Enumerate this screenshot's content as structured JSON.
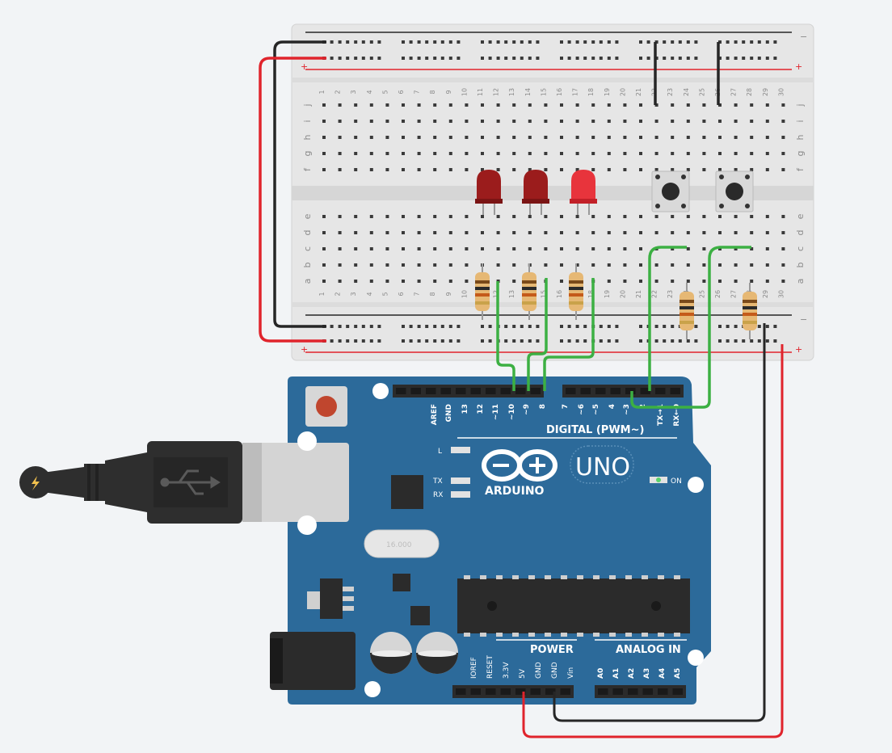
{
  "breadboard": {
    "columns": 30,
    "row_letters_top": [
      "j",
      "i",
      "h",
      "g",
      "f"
    ],
    "row_letters_bottom": [
      "e",
      "d",
      "c",
      "b",
      "a"
    ],
    "rail_plus": "+",
    "rail_minus": "−"
  },
  "arduino": {
    "brand": "ARDUINO",
    "model": "UNO",
    "on_label": "ON",
    "l_label": "L",
    "tx_label": "TX",
    "rx_label": "RX",
    "digital_label": "DIGITAL (PWM~)",
    "power_label": "POWER",
    "analog_label": "ANALOG IN",
    "digital_pins": [
      "AREF",
      "GND",
      "13",
      "12",
      "~11",
      "~10",
      "~9",
      "8",
      "7",
      "~6",
      "~5",
      "4",
      "~3",
      "2",
      "TX→1",
      "RX←0"
    ],
    "power_pins": [
      "IOREF",
      "RESET",
      "3.3V",
      "5V",
      "GND",
      "GND",
      "Vin"
    ],
    "analog_pins": [
      "A0",
      "A1",
      "A2",
      "A3",
      "A4",
      "A5"
    ],
    "crystal_label": "16.000"
  },
  "components": {
    "leds": [
      {
        "color": "#9b1c1c"
      },
      {
        "color": "#9b1c1c"
      },
      {
        "color": "#e8343c"
      }
    ],
    "resistor_count": 5,
    "button_count": 2
  },
  "colors": {
    "board": "#2c6a9a",
    "wire_red": "#e0242c",
    "wire_black": "#262626",
    "wire_green": "#3cb043"
  }
}
